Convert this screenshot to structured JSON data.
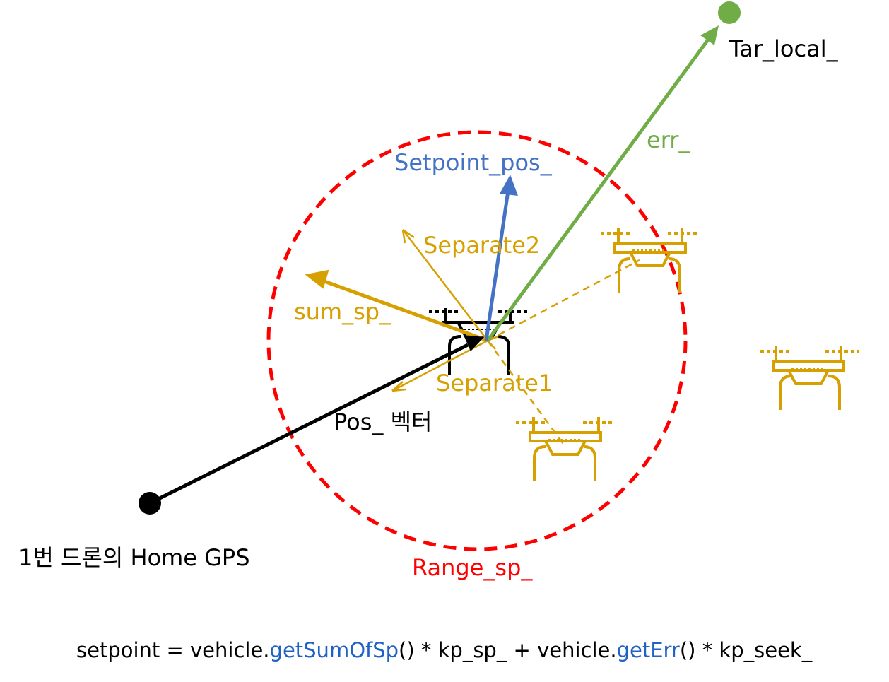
{
  "colors": {
    "black": "#000000",
    "blue": "#4472c4",
    "green": "#70ad47",
    "gold": "#d6a000",
    "red": "#ff0000",
    "code_blue": "#1f62c4"
  },
  "labels": {
    "tar_local": "Tar_local_",
    "err": "err_",
    "setpoint_pos": "Setpoint_pos_",
    "separate2": "Separate2",
    "sum_sp": "sum_sp_",
    "separate1": "Separate1",
    "pos_vector": "Pos_ 벡터",
    "home_gps": "1번 드론의 Home GPS",
    "range_sp": "Range_sp_"
  },
  "formula": {
    "p1": "setpoint = vehicle.",
    "f1": "getSumOfSp",
    "p2": "() * kp_sp_ + vehicle.",
    "f2": "getErr",
    "p3": "() * kp_seek_"
  }
}
